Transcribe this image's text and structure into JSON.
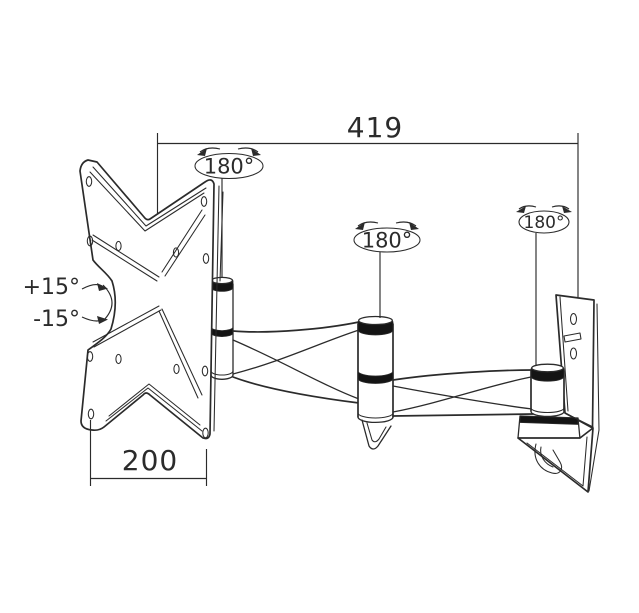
{
  "colors": {
    "line": "#2b2b2b",
    "dark_band": "#141414",
    "background": "#ffffff",
    "text": "#2b2b2b"
  },
  "dimensions": {
    "overall_depth": {
      "label": "419"
    },
    "plate_width": {
      "label": "200"
    }
  },
  "rotation": {
    "plate_swivel": "180°",
    "mid_joint_swivel": "180°",
    "wall_joint_swivel": "180°"
  },
  "tilt": {
    "up": "+15°",
    "down": "-15°"
  },
  "icons": {
    "swivel_arrows": "curved-rotation-arrows-both-directions",
    "tilt_up_arrow": "curved-arrow-toward-arc-top",
    "tilt_down_arrow": "curved-arrow-toward-arc-bottom"
  }
}
